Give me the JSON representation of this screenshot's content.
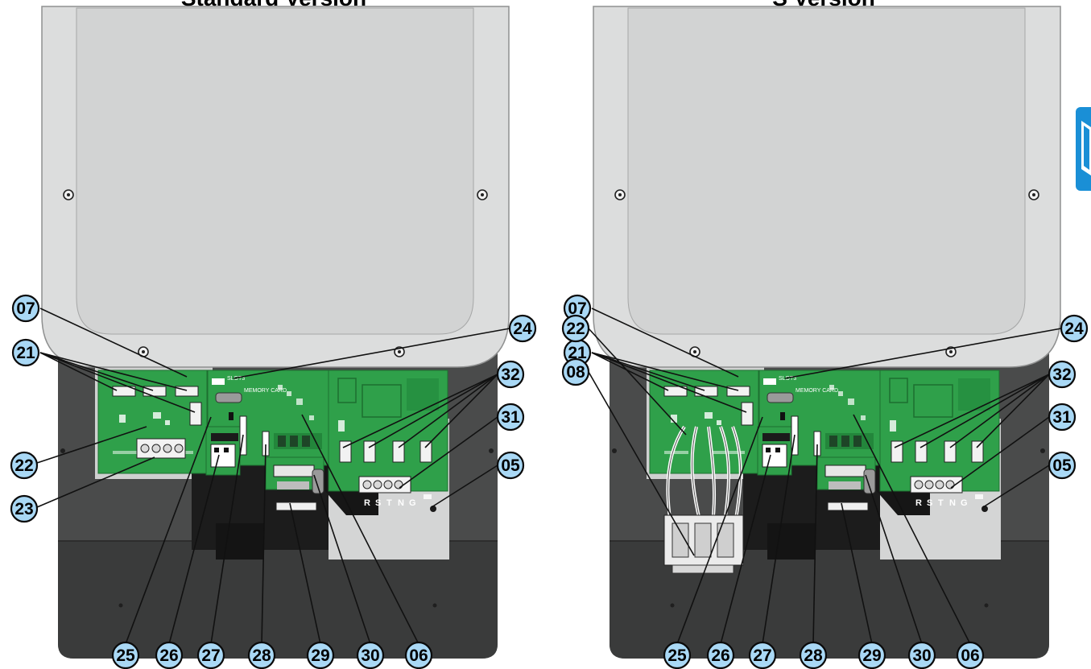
{
  "panels": [
    {
      "id": "standard",
      "title": "Standard Version",
      "board_labels": {
        "slot": "SLOT3",
        "memory": "MEMORY CARD"
      },
      "terminal_letters": [
        "R",
        "S",
        "T",
        "N",
        "G"
      ],
      "badges": [
        "07",
        "21",
        "22",
        "23",
        "25",
        "26",
        "27",
        "28",
        "29",
        "30",
        "06",
        "05",
        "31",
        "32",
        "24"
      ]
    },
    {
      "id": "s",
      "title": "S Version",
      "board_labels": {
        "slot": "SLOT3",
        "memory": "MEMORY CARD"
      },
      "terminal_letters": [
        "R",
        "S",
        "T",
        "N",
        "G"
      ],
      "badges": [
        "07",
        "21",
        "22",
        "08",
        "25",
        "26",
        "27",
        "28",
        "29",
        "30",
        "06",
        "05",
        "31",
        "32",
        "24"
      ]
    }
  ],
  "side_tab": {
    "icon": "manual-book-icon",
    "color": "#1a8fd6"
  },
  "colors": {
    "cover": "#dcdddd",
    "housing": "#4a4b4b",
    "board": "#2fa04a",
    "badge_fill": "#a9d8f5"
  }
}
